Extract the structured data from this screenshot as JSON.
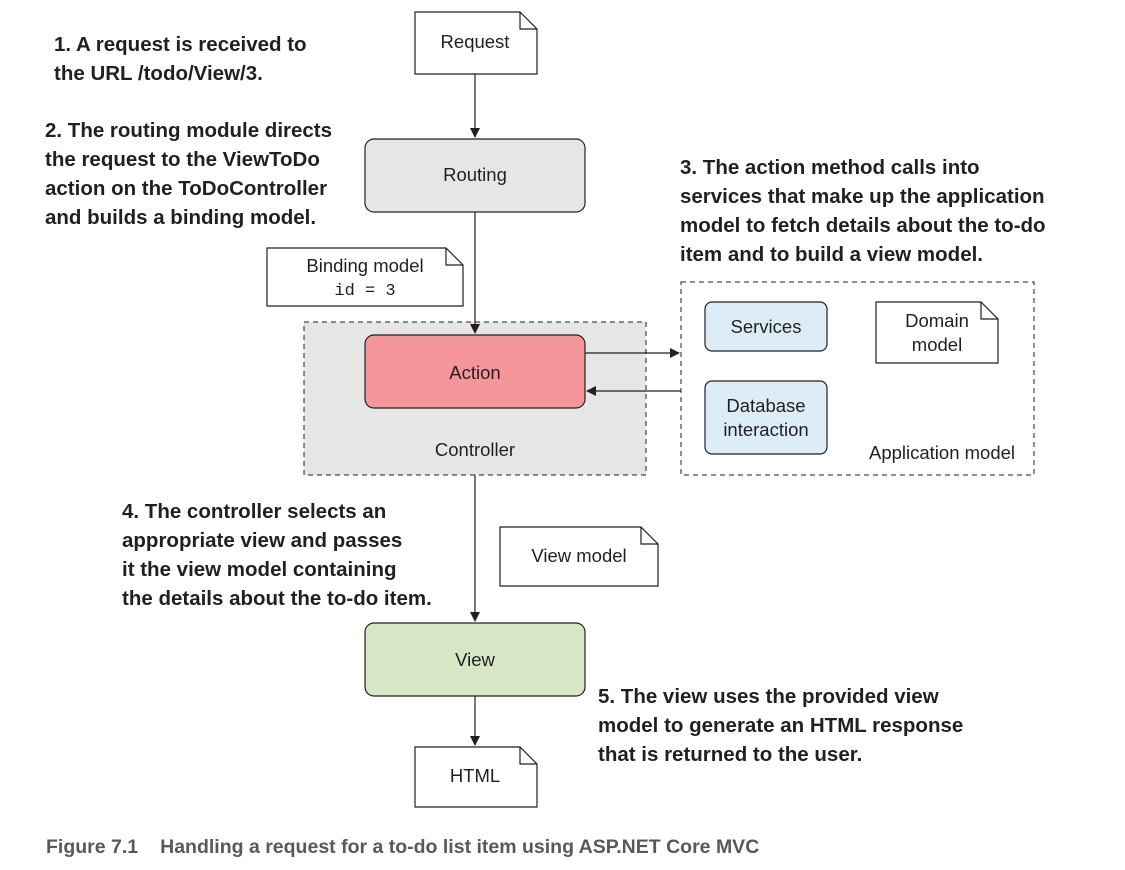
{
  "annotations": {
    "step1": [
      "1. A request is received to",
      "the URL /todo/View/3."
    ],
    "step2": [
      "2. The routing module directs",
      "the request to the ViewToDo",
      "action on the ToDoController",
      "and builds a binding model."
    ],
    "step3": [
      "3. The action method calls into",
      "services that make up the application",
      "model to fetch details about the to-do",
      "item and to build a view model."
    ],
    "step4": [
      "4. The controller selects an",
      "appropriate view and passes",
      "it the view model containing",
      "the details about the to-do item."
    ],
    "step5": [
      "5. The view uses the provided view",
      "model to generate an HTML response",
      "that is returned to the user."
    ]
  },
  "nodes": {
    "request": "Request",
    "routing": "Routing",
    "binding_model": {
      "title": "Binding model",
      "code": "id = 3"
    },
    "action": "Action",
    "controller": "Controller",
    "services": "Services",
    "domain_model": [
      "Domain",
      "model"
    ],
    "database_interaction": [
      "Database",
      "interaction"
    ],
    "application_model": "Application model",
    "view_model": "View model",
    "view": "View",
    "html": "HTML"
  },
  "colors": {
    "routing_fill": "#e6e6e6",
    "action_fill": "#f4969a",
    "controller_fill": "#e6e6e6",
    "services_fill": "#dcedf8",
    "view_fill": "#d5e7c4",
    "stroke": "#231f20"
  },
  "caption": {
    "number": "Figure 7.1",
    "text": "Handling a request for a to-do list item using ASP.NET Core MVC"
  }
}
